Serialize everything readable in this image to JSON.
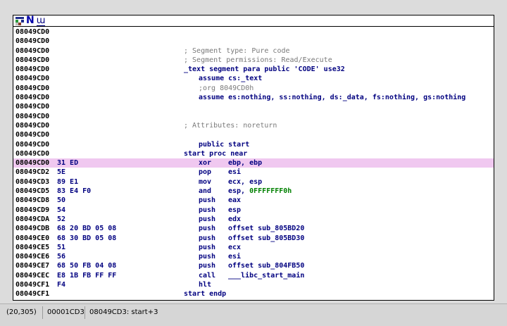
{
  "toolbar": {
    "icons": [
      "graph-view-icon",
      "names-icon",
      "ui-icon"
    ],
    "n_label": "N",
    "ui_label": "ա"
  },
  "listing": {
    "rows": [
      {
        "addr": "08049CD0",
        "bytes": "",
        "code": "",
        "kind": "blank"
      },
      {
        "addr": "08049CD0",
        "bytes": "",
        "code": "",
        "kind": "blank"
      },
      {
        "addr": "08049CD0",
        "bytes": "",
        "code": "; Segment type: Pure code",
        "kind": "comment"
      },
      {
        "addr": "08049CD0",
        "bytes": "",
        "code": "; Segment permissions: Read/Execute",
        "kind": "comment"
      },
      {
        "addr": "08049CD0",
        "bytes": "",
        "code": "_text segment para public 'CODE' use32",
        "kind": "plain"
      },
      {
        "addr": "08049CD0",
        "bytes": "",
        "code": "assume cs:_text",
        "kind": "indent"
      },
      {
        "addr": "08049CD0",
        "bytes": "",
        "code": ";org 8049CD0h",
        "kind": "indent-comment"
      },
      {
        "addr": "08049CD0",
        "bytes": "",
        "code": "assume es:nothing, ss:nothing, ds:_data, fs:nothing, gs:nothing",
        "kind": "indent"
      },
      {
        "addr": "08049CD0",
        "bytes": "",
        "code": "",
        "kind": "blank"
      },
      {
        "addr": "08049CD0",
        "bytes": "",
        "code": "",
        "kind": "blank"
      },
      {
        "addr": "08049CD0",
        "bytes": "",
        "code": "; Attributes: noreturn",
        "kind": "comment"
      },
      {
        "addr": "08049CD0",
        "bytes": "",
        "code": "",
        "kind": "blank"
      },
      {
        "addr": "08049CD0",
        "bytes": "",
        "code": "public start",
        "kind": "indent"
      },
      {
        "addr": "08049CD0",
        "bytes": "",
        "code": "start proc near",
        "kind": "plain"
      },
      {
        "addr": "08049CD0",
        "bytes": "31 ED",
        "mn": "xor",
        "ops": "ebp, ebp",
        "kind": "instr",
        "highlight": true
      },
      {
        "addr": "08049CD2",
        "bytes": "5E",
        "mn": "pop",
        "ops": "esi",
        "kind": "instr"
      },
      {
        "addr": "08049CD3",
        "bytes": "89 E1",
        "mn": "mov",
        "ops": "ecx, esp",
        "kind": "instr"
      },
      {
        "addr": "08049CD5",
        "bytes": "83 E4 F0",
        "mn": "and",
        "ops": "esp, ",
        "num": "0FFFFFFF0h",
        "kind": "instr"
      },
      {
        "addr": "08049CD8",
        "bytes": "50",
        "mn": "push",
        "ops": "eax",
        "kind": "instr"
      },
      {
        "addr": "08049CD9",
        "bytes": "54",
        "mn": "push",
        "ops": "esp",
        "kind": "instr"
      },
      {
        "addr": "08049CDA",
        "bytes": "52",
        "mn": "push",
        "ops": "edx",
        "kind": "instr"
      },
      {
        "addr": "08049CDB",
        "bytes": "68 20 BD 05 08",
        "mn": "push",
        "ops": "offset sub_805BD20",
        "kind": "instr"
      },
      {
        "addr": "08049CE0",
        "bytes": "68 30 BD 05 08",
        "mn": "push",
        "ops": "offset sub_805BD30",
        "kind": "instr"
      },
      {
        "addr": "08049CE5",
        "bytes": "51",
        "mn": "push",
        "ops": "ecx",
        "kind": "instr"
      },
      {
        "addr": "08049CE6",
        "bytes": "56",
        "mn": "push",
        "ops": "esi",
        "kind": "instr"
      },
      {
        "addr": "08049CE7",
        "bytes": "68 50 FB 04 08",
        "mn": "push",
        "ops": "offset sub_804FB50",
        "kind": "instr"
      },
      {
        "addr": "08049CEC",
        "bytes": "E8 1B FB FF FF",
        "mn": "call",
        "ops": "___libc_start_main",
        "kind": "instr"
      },
      {
        "addr": "08049CF1",
        "bytes": "F4",
        "mn": "hlt",
        "ops": "",
        "kind": "instr"
      },
      {
        "addr": "08049CF1",
        "bytes": "",
        "code": "start endp",
        "kind": "plain"
      },
      {
        "addr": "08049CF1",
        "bytes": "",
        "code": "",
        "kind": "blank"
      }
    ]
  },
  "statusbar": {
    "cursor": "(20,305)",
    "file_offset": "00001CD3",
    "location": "08049CD3: start+3"
  },
  "colors": {
    "highlight": "#f0c8f0",
    "code_text": "#000080",
    "comment_text": "#7a7a7a",
    "number_text": "#008000"
  }
}
